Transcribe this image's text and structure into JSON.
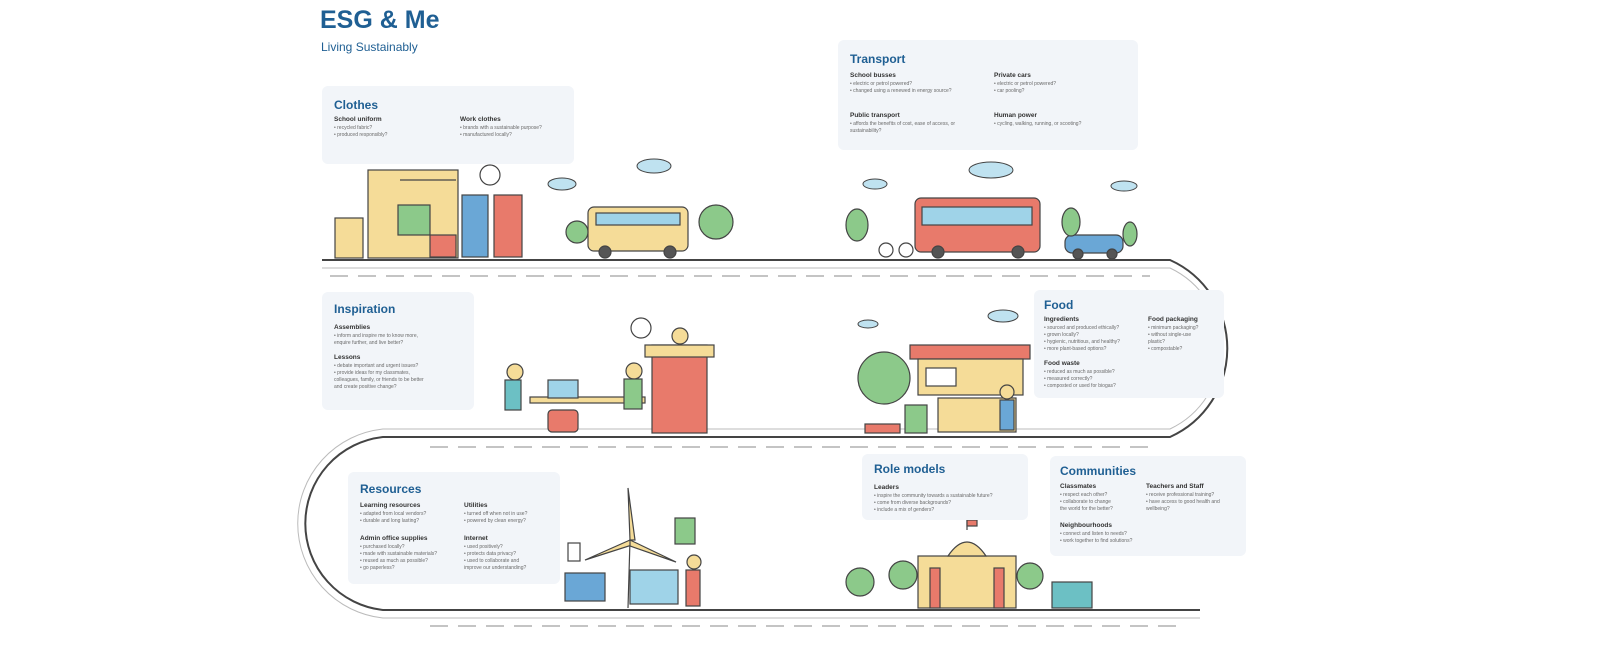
{
  "header": {
    "title": "ESG & Me",
    "subtitle": "Living Sustainably"
  },
  "colors": {
    "title_blue": "#1f5f93",
    "card_bg": "#f2f5f9",
    "road_gray": "#444444",
    "coral": "#e87a6b",
    "yellow": "#f5dc98",
    "teal": "#6cc0c4",
    "green": "#8cc98a"
  },
  "cards": {
    "clothes": {
      "title": "Clothes",
      "groups": [
        {
          "heading": "School uniform",
          "lines": [
            "• recycled fabric?",
            "• produced responsibly?"
          ]
        },
        {
          "heading": "Work clothes",
          "lines": [
            "• brands with a sustainable purpose?",
            "• manufactured locally?"
          ]
        }
      ]
    },
    "transport": {
      "title": "Transport",
      "groups": [
        {
          "heading": "School busses",
          "lines": [
            "• electric or petrol powered?",
            "• changed using a renewed in energy source?"
          ]
        },
        {
          "heading": "Private cars",
          "lines": [
            "• electric or petrol powered?",
            "• car pooling?"
          ]
        },
        {
          "heading": "Public transport",
          "lines": [
            "• affords the benefits of cost, ease of access, or",
            "  sustainability?"
          ]
        },
        {
          "heading": "Human power",
          "lines": [
            "• cycling, walking, running, or scooting?"
          ]
        }
      ]
    },
    "inspiration": {
      "title": "Inspiration",
      "groups": [
        {
          "heading": "Assemblies",
          "lines": [
            "• inform and inspire me to know more,",
            "  enquire further, and live better?"
          ]
        },
        {
          "heading": "Lessons",
          "lines": [
            "• debate important and urgent issues?",
            "• provide ideas for my classmates,",
            "  colleagues, family, or friends to be better",
            "  and create positive change?"
          ]
        }
      ]
    },
    "food": {
      "title": "Food",
      "groups": [
        {
          "heading": "Ingredients",
          "lines": [
            "• sourced and produced ethically?",
            "• grown locally?",
            "• hygienic, nutritious, and healthy?",
            "• more plant-based options?"
          ]
        },
        {
          "heading": "Food packaging",
          "lines": [
            "• minimum packaging?",
            "• without single-use",
            "  plastic?",
            "• compostable?"
          ]
        },
        {
          "heading": "Food waste",
          "lines": [
            "• reduced as much as possible?",
            "• measured correctly?",
            "• composted or used for biogas?"
          ]
        }
      ]
    },
    "resources": {
      "title": "Resources",
      "groups": [
        {
          "heading": "Learning resources",
          "lines": [
            "• adapted from local vendors?",
            "• durable and long lasting?"
          ]
        },
        {
          "heading": "Utilities",
          "lines": [
            "• turned off when not in use?",
            "• powered by clean energy?"
          ]
        },
        {
          "heading": "Admin office supplies",
          "lines": [
            "• purchased locally?",
            "• made with sustainable materials?",
            "• reused as much as possible?",
            "• go paperless?"
          ]
        },
        {
          "heading": "Internet",
          "lines": [
            "• used positively?",
            "• protects data privacy?",
            "• used to collaborate and",
            "  improve our understanding?"
          ]
        }
      ]
    },
    "role_models": {
      "title": "Role models",
      "groups": [
        {
          "heading": "Leaders",
          "lines": [
            "• inspire the community towards a sustainable future?",
            "• come from diverse backgrounds?",
            "• include a mix of genders?"
          ]
        }
      ]
    },
    "communities": {
      "title": "Communities",
      "groups": [
        {
          "heading": "Classmates",
          "lines": [
            "• respect each other?",
            "• collaborate to change",
            "  the world for the better?"
          ]
        },
        {
          "heading": "Teachers and Staff",
          "lines": [
            "• receive professional training?",
            "• have access to good health and",
            "  wellbeing?"
          ]
        },
        {
          "heading": "Neighbourhoods",
          "lines": [
            "• connect and listen to needs?",
            "• work together to find solutions?"
          ]
        }
      ]
    }
  }
}
